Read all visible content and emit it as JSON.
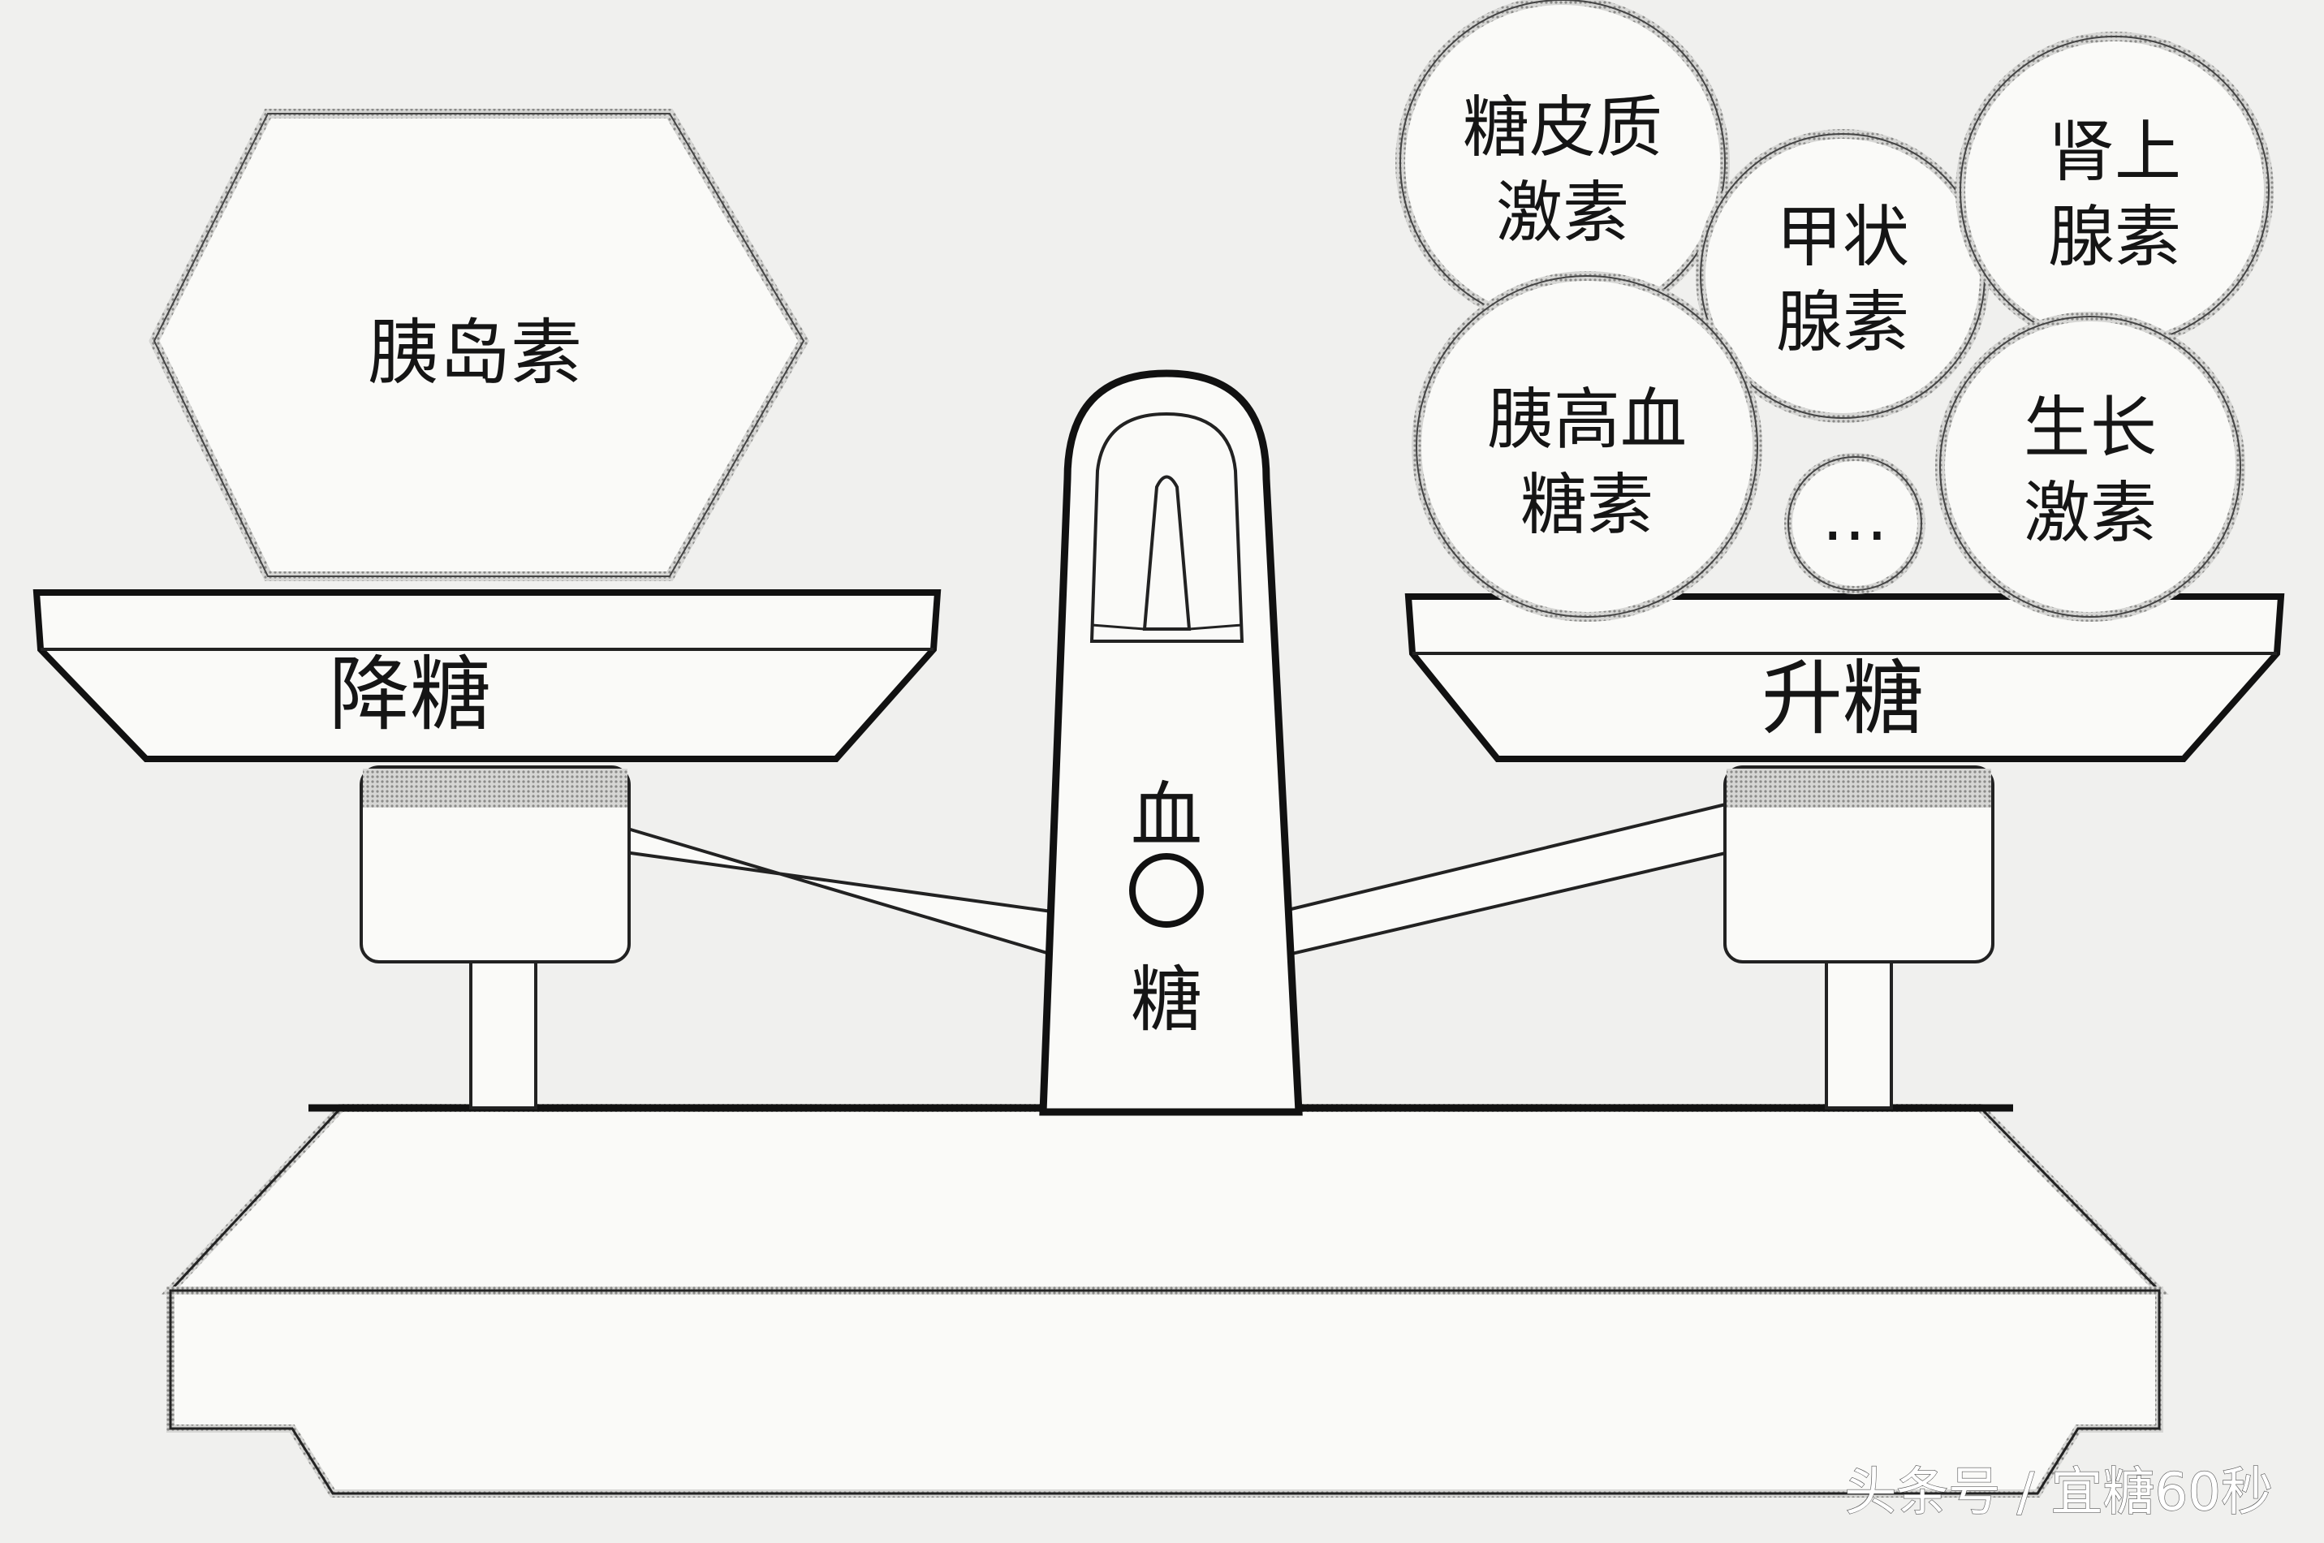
{
  "left_pan": {
    "label": "降糖",
    "weights": [
      {
        "id": "insulin",
        "lines": [
          "胰岛素"
        ]
      }
    ]
  },
  "right_pan": {
    "label": "升糖",
    "weights": [
      {
        "id": "cortisol",
        "lines": [
          "糖皮质",
          "激素"
        ]
      },
      {
        "id": "thyroid",
        "lines": [
          "甲状",
          "腺素"
        ]
      },
      {
        "id": "adrenaline",
        "lines": [
          "肾上",
          "腺素"
        ]
      },
      {
        "id": "glucagon",
        "lines": [
          "胰高血",
          "糖素"
        ]
      },
      {
        "id": "more",
        "lines": [
          "…"
        ]
      },
      {
        "id": "growth-hormone",
        "lines": [
          "生长",
          "激素"
        ]
      }
    ]
  },
  "center_column": {
    "lines": [
      "血",
      "糖"
    ]
  },
  "watermark": "头条号 / 宜糖60秒"
}
